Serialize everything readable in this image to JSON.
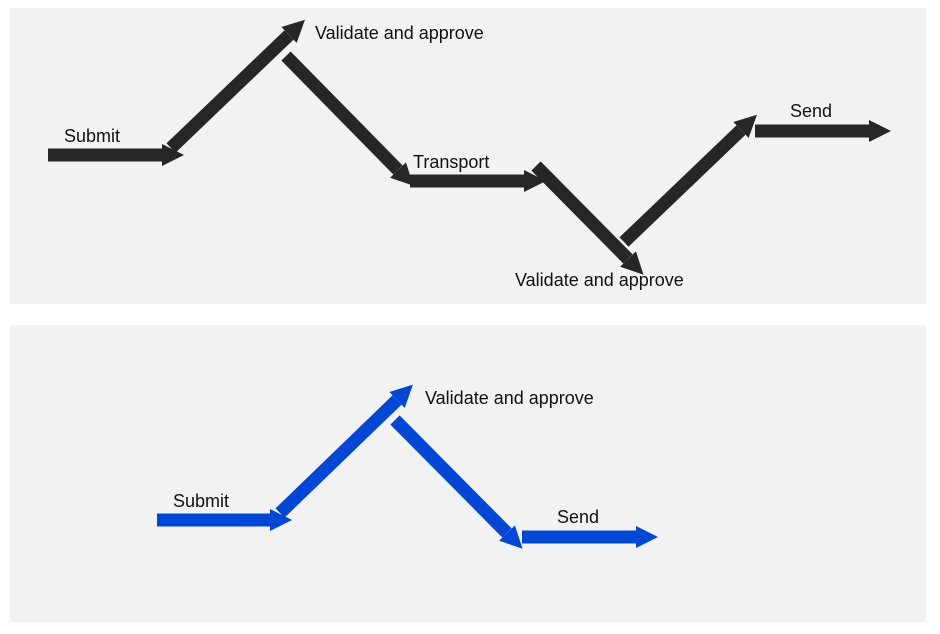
{
  "colors": {
    "panel_background": "#f2f2f2",
    "current_process_arrows": "#262626",
    "new_process_arrows": "#0047d6",
    "label_text": "#111111"
  },
  "current_process": {
    "steps": [
      {
        "label": "Submit",
        "direction": "right"
      },
      {
        "label": "Validate and approve",
        "direction": "up"
      },
      {
        "label": "Transport",
        "direction": "right"
      },
      {
        "label": "Validate and approve",
        "direction": "down-up"
      },
      {
        "label": "Send",
        "direction": "right"
      }
    ]
  },
  "new_process": {
    "steps": [
      {
        "label": "Submit",
        "direction": "right"
      },
      {
        "label": "Validate and approve",
        "direction": "up"
      },
      {
        "label": "Send",
        "direction": "right"
      }
    ]
  }
}
